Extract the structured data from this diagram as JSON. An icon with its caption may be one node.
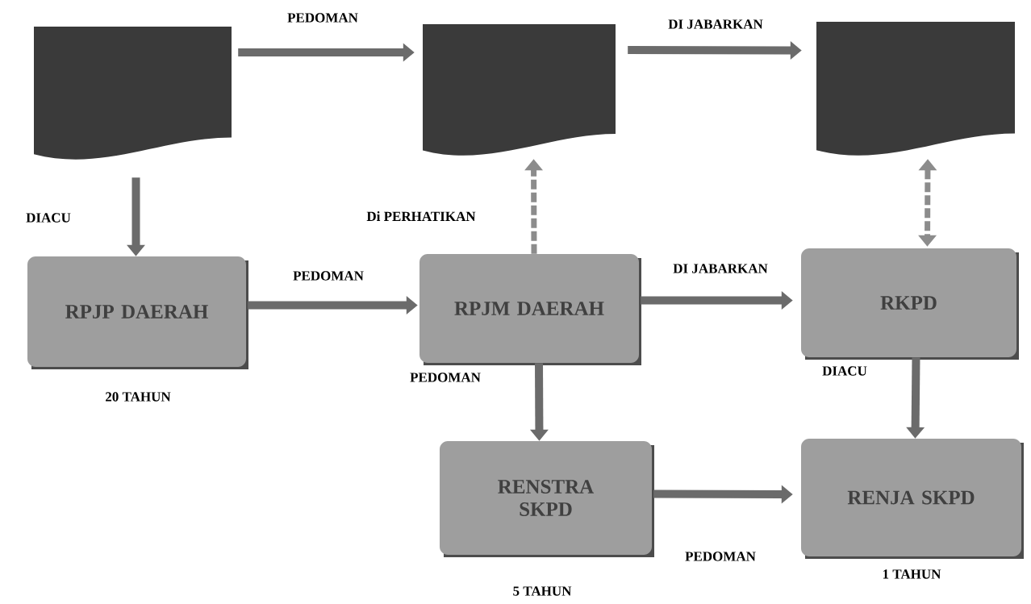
{
  "diagram": {
    "nodes": [
      {
        "text": [],
        "shape": "document"
      },
      {
        "text": [],
        "shape": "document"
      },
      {
        "text": [],
        "shape": "document"
      },
      {
        "text": [
          "RPJP DAERAH"
        ],
        "beside": [
          "20 TAHUN"
        ]
      },
      {
        "text": [
          "RPJM DAERAH"
        ]
      },
      {
        "text": [
          "RKPD"
        ]
      },
      {
        "text": [
          "RENSTRA SKPD"
        ],
        "beside": [
          "5 TAHUN"
        ]
      },
      {
        "text": [
          "RENJA SKPD"
        ],
        "beside": [
          "1 TAHUN"
        ]
      }
    ],
    "edges": [
      {
        "from": 0,
        "to": 1,
        "arrow": "to",
        "label": "PEDOMAN"
      },
      {
        "from": 1,
        "to": 2,
        "arrow": "to",
        "label": "DI JABARKAN"
      },
      {
        "from": 0,
        "to": 3,
        "arrow": "to",
        "label": "DIACU"
      },
      {
        "from": 3,
        "to": 4,
        "arrow": "to",
        "label": "PEDOMAN"
      },
      {
        "from": 4,
        "to": 1,
        "arrow": "to",
        "label": "Di PERHATIKAN",
        "style": "dashed"
      },
      {
        "from": 4,
        "to": 5,
        "arrow": "to",
        "label": "DI JABARKAN"
      },
      {
        "from": 2,
        "to": 5,
        "arrow": "both",
        "style": "dashed"
      },
      {
        "from": 4,
        "to": 6,
        "arrow": "to",
        "label": "PEDOMAN"
      },
      {
        "from": 5,
        "to": 7,
        "arrow": "to",
        "label": "DIACU"
      },
      {
        "from": 6,
        "to": 7,
        "arrow": "to",
        "label": "PEDOMAN"
      }
    ]
  }
}
